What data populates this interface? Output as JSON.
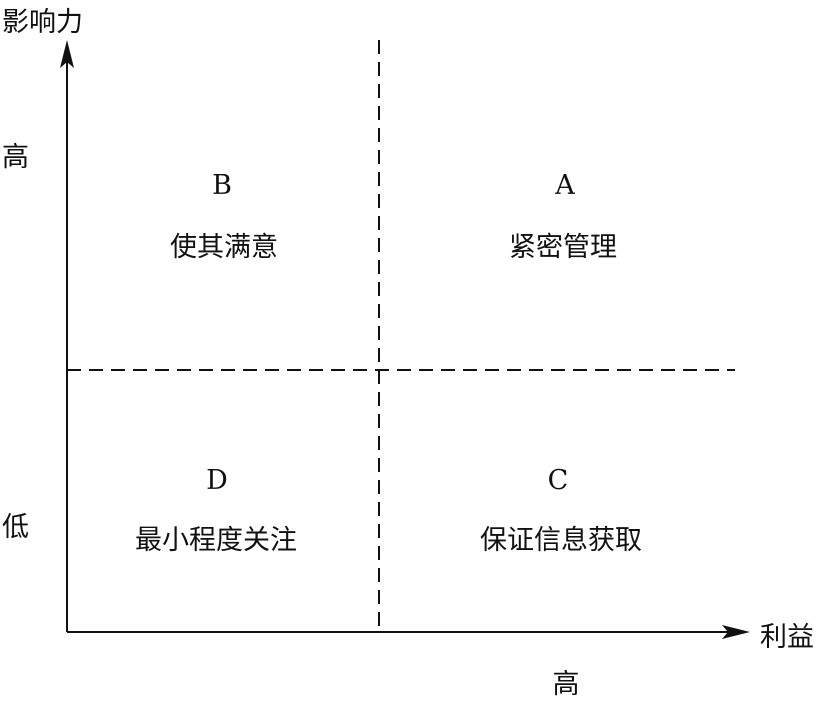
{
  "y_axis": {
    "title": "影响力",
    "high": "高",
    "low": "低"
  },
  "x_axis": {
    "title": "利益",
    "high": "高"
  },
  "quadrants": [
    {
      "letter": "B",
      "label": "使其满意"
    },
    {
      "letter": "A",
      "label": "紧密管理"
    },
    {
      "letter": "D",
      "label": "最小程度关注"
    },
    {
      "letter": "C",
      "label": "保证信息获取"
    }
  ]
}
